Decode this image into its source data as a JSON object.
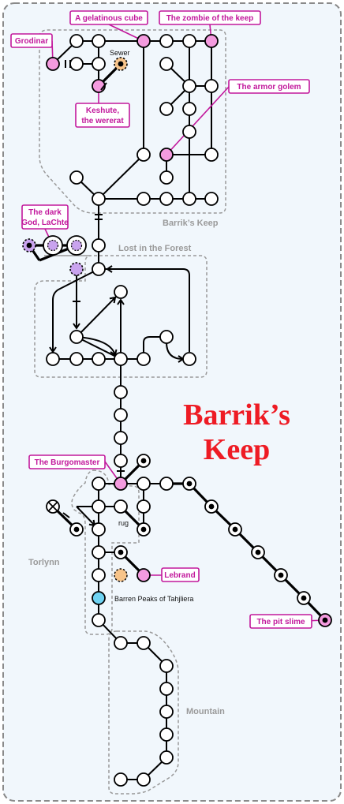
{
  "title_lines": [
    "Barrik’s",
    "Keep"
  ],
  "regions": {
    "keep": "Barrik’s Keep",
    "forest": "Lost in the Forest",
    "torlynn": "Torlynn",
    "mountain": "Mountain"
  },
  "labels": {
    "sewer": "Sewer",
    "rug": "rug",
    "peaks": "Barren Peaks of Tahjliera"
  },
  "callouts": {
    "cube": "A gelatinous cube",
    "zombie": "The zombie of the keep",
    "grodinar": "Grodinar",
    "keshute1": "Keshute,",
    "keshute2": "the wererat",
    "golem": "The armor golem",
    "god1": "The dark",
    "god2": "God, LaChte",
    "burgo": "The Burgomaster",
    "lebrand": "Lebrand",
    "slime": "The pit slime"
  },
  "colors": {
    "accent": "#c2189c",
    "boss_fill": "#f49bdf",
    "lachte_fill": "#c9a3ee",
    "peaks_fill": "#6fd3f2",
    "side_fill": "#f7c48a",
    "title": "#ee1b24",
    "frame_bg": "#f1f7fc"
  }
}
